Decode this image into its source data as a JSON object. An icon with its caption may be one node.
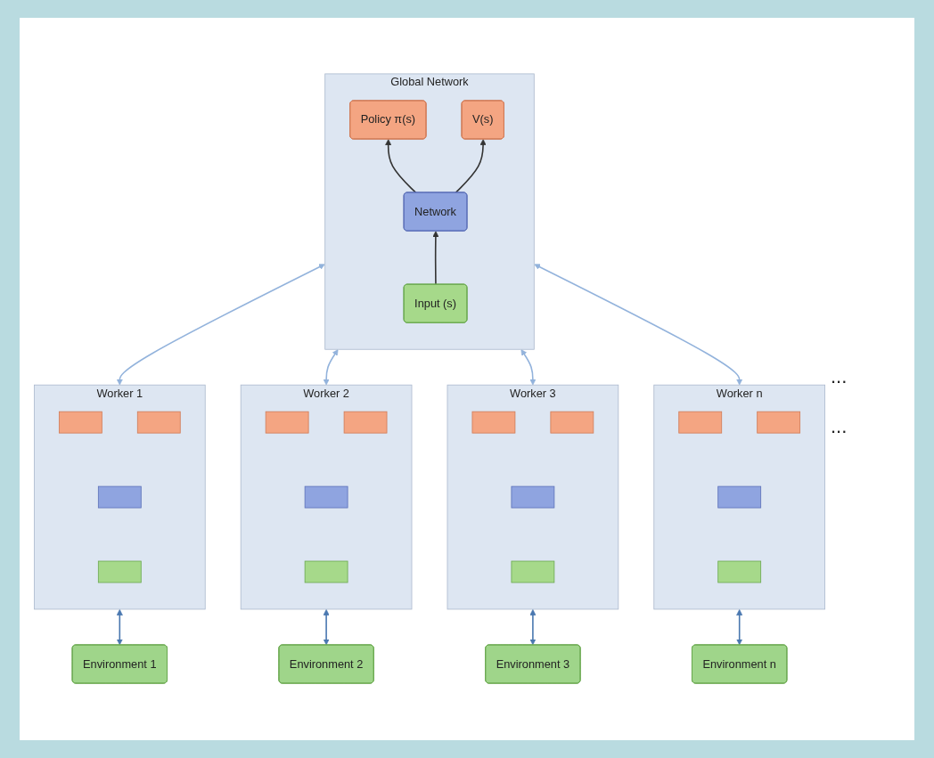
{
  "diagram": {
    "nodes": [
      {
        "text": [
          "Global Network"
        ]
      },
      {
        "text": [
          "Policy π(s)"
        ],
        "in": 0
      },
      {
        "text": [
          "V(s)"
        ],
        "in": 0
      },
      {
        "text": [
          "Network"
        ],
        "in": 0
      },
      {
        "text": [
          "Input (s)"
        ],
        "in": 0
      },
      {
        "text": [
          "Worker 1"
        ]
      },
      {
        "text": [],
        "shape": "box",
        "in": 5
      },
      {
        "text": [],
        "shape": "box",
        "in": 5
      },
      {
        "text": [],
        "shape": "box",
        "in": 5
      },
      {
        "text": [],
        "shape": "box",
        "in": 5
      },
      {
        "text": [
          "Worker 2"
        ]
      },
      {
        "text": [],
        "shape": "box",
        "in": 10
      },
      {
        "text": [],
        "shape": "box",
        "in": 10
      },
      {
        "text": [],
        "shape": "box",
        "in": 10
      },
      {
        "text": [],
        "shape": "box",
        "in": 10
      },
      {
        "text": [
          "Worker 3"
        ]
      },
      {
        "text": [],
        "shape": "box",
        "in": 15
      },
      {
        "text": [],
        "shape": "box",
        "in": 15
      },
      {
        "text": [],
        "shape": "box",
        "in": 15
      },
      {
        "text": [],
        "shape": "box",
        "in": 15
      },
      {
        "text": [
          "Worker n"
        ]
      },
      {
        "text": [],
        "shape": "box",
        "in": 20
      },
      {
        "text": [],
        "shape": "box",
        "in": 20
      },
      {
        "text": [],
        "shape": "box",
        "in": 20
      },
      {
        "text": [],
        "shape": "box",
        "in": 20
      },
      {
        "text": [
          "Environment 1"
        ]
      },
      {
        "text": [
          "Environment 2"
        ]
      },
      {
        "text": [
          "Environment 3"
        ]
      },
      {
        "text": [
          "Environment n"
        ]
      }
    ],
    "edges": [
      {
        "from": 3,
        "to": 1,
        "arrow": "to",
        "color": "#333333"
      },
      {
        "from": 3,
        "to": 2,
        "arrow": "to",
        "color": "#333333"
      },
      {
        "from": 4,
        "to": 3,
        "arrow": "to",
        "color": "#333333"
      },
      {
        "from": 0,
        "to": 5,
        "arrow": "both",
        "color": "#93b3dc"
      },
      {
        "from": 0,
        "to": 10,
        "arrow": "both",
        "color": "#93b3dc"
      },
      {
        "from": 0,
        "to": 15,
        "arrow": "both",
        "color": "#93b3dc"
      },
      {
        "from": 0,
        "to": 20,
        "arrow": "both",
        "color": "#93b3dc"
      },
      {
        "from": 5,
        "to": 25,
        "arrow": "both",
        "color": "#4a78b0"
      },
      {
        "from": 10,
        "to": 26,
        "arrow": "both",
        "color": "#4a78b0"
      },
      {
        "from": 15,
        "to": 27,
        "arrow": "both",
        "color": "#4a78b0"
      },
      {
        "from": 20,
        "to": 28,
        "arrow": "both",
        "color": "#4a78b0"
      }
    ],
    "labels": [
      "...",
      "..."
    ]
  }
}
